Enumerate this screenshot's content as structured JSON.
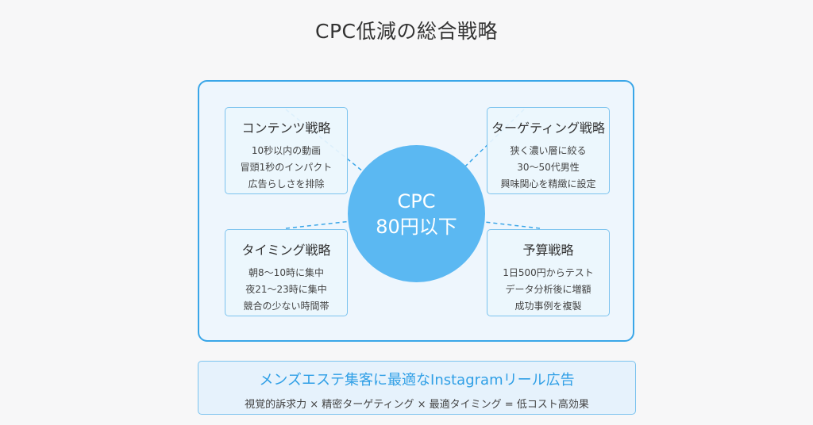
{
  "title": "CPC低減の総合戦略",
  "center": {
    "line1": "CPC",
    "line2": "80円以下"
  },
  "cards": {
    "content": {
      "title": "コンテンツ戦略",
      "lines": [
        "10秒以内の動画",
        "冒頭1秒のインパクト",
        "広告らしさを排除"
      ]
    },
    "targeting": {
      "title": "ターゲティング戦略",
      "lines": [
        "狭く濃い層に絞る",
        "30〜50代男性",
        "興味関心を精緻に設定"
      ]
    },
    "timing": {
      "title": "タイミング戦略",
      "lines": [
        "朝8〜10時に集中",
        "夜21〜23時に集中",
        "競合の少ない時間帯"
      ]
    },
    "budget": {
      "title": "予算戦略",
      "lines": [
        "1日500円からテスト",
        "データ分析後に増額",
        "成功事例を複製"
      ]
    }
  },
  "footer": {
    "title": "メンズエステ集客に最適なInstagramリール広告",
    "subtitle": "視覚的訴求力 × 精密ターゲティング × 最適タイミング = 低コスト高効果"
  },
  "colors": {
    "accent": "#3aa6e8",
    "circle": "#5bb8f2",
    "frame_bg": "#eef6fd",
    "footer_title": "#2f9fe6"
  }
}
